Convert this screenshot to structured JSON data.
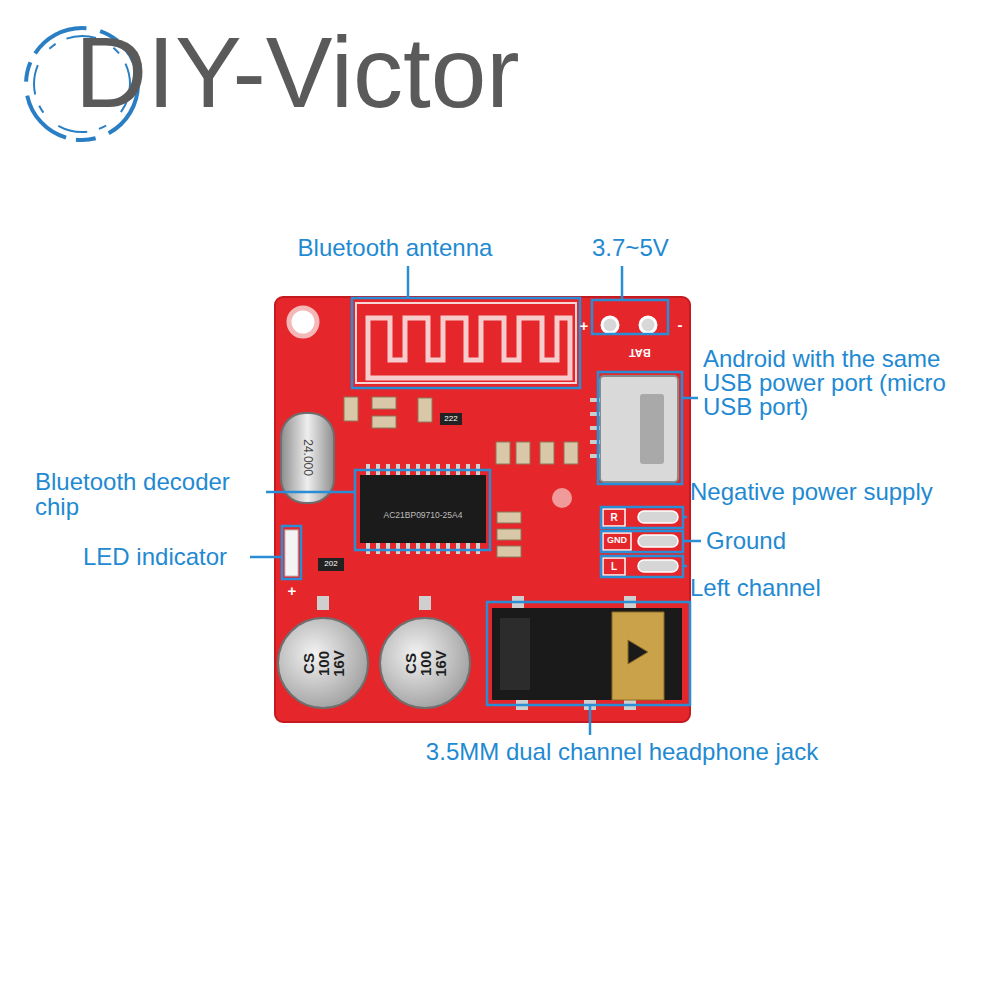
{
  "diagram": {
    "labels": [
      "DIY-Victor",
      "Bluetooth antenna",
      "3.7~5V",
      "Android with the same USB power port (micro USB port)",
      "Bluetooth decoder chip",
      "LED indicator",
      "Negative power supply",
      "Ground",
      "Left channel",
      "3.5MM dual channel headphone jack",
      "BAT",
      "+",
      "-",
      "24.000",
      "AC21BP09710-25A4",
      "R",
      "GND",
      "L",
      "+",
      "202",
      "222",
      "CS 100 16V",
      "CS 100 16V"
    ]
  }
}
